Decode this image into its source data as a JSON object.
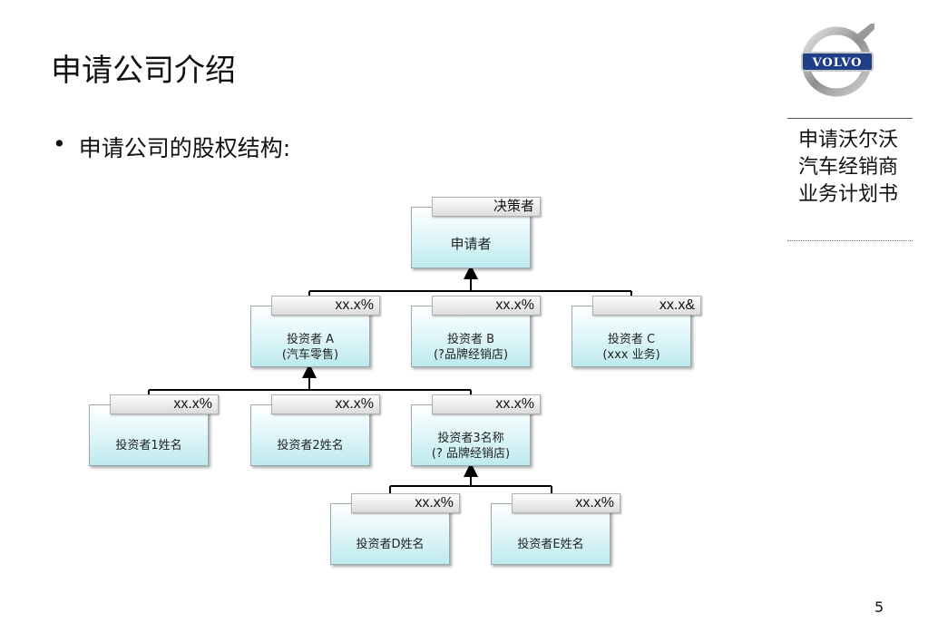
{
  "page": {
    "title": "申请公司介绍",
    "bullet": "•",
    "bullet_text": "申请公司的股权结构:",
    "sidebar_text": "申请沃尔沃汽车经销商业务计划书",
    "page_number": "5",
    "logo_text": "VOLVO"
  },
  "tree": {
    "root": {
      "tag": "决策者",
      "label": "申请者"
    },
    "investor_a": {
      "tag": "xx.x%",
      "label": "投资者 A\n(汽车零售)"
    },
    "investor_b": {
      "tag": "xx.x%",
      "label": "投资者 B\n(?品牌经销店)"
    },
    "investor_c": {
      "tag": "xx.x&",
      "label": "投资者 C\n(xxx  业务)"
    },
    "investor_1": {
      "tag": "xx.x%",
      "label": "投资者1姓名"
    },
    "investor_2": {
      "tag": "xx.x%",
      "label": "投资者2姓名"
    },
    "investor_3": {
      "tag": "xx.x%",
      "label": "投资者3名称\n(? 品牌经销店)"
    },
    "investor_d": {
      "tag": "xx.x%",
      "label": "投资者D姓名"
    },
    "investor_e": {
      "tag": "xx.x%",
      "label": "投资者E姓名"
    }
  },
  "colors": {
    "node_fill": "#bdeaee",
    "tag_fill": "#dcdcdc",
    "line": "#000000"
  }
}
